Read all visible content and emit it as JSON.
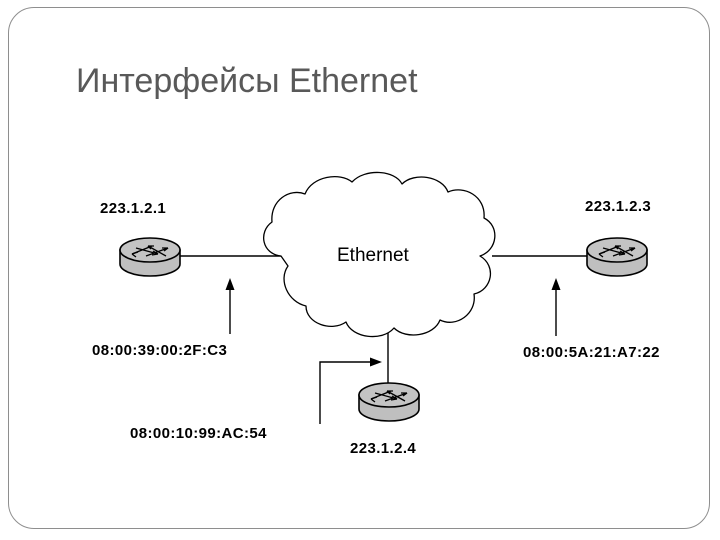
{
  "slide": {
    "title": "Интерфейсы Ethernet",
    "title_color": "#595959",
    "background": "#ffffff",
    "frame_color": "#8e8e8e"
  },
  "diagram": {
    "cloud": {
      "label": "Ethernet",
      "fill": "#ffffff",
      "stroke": "#000000"
    },
    "nodes": [
      {
        "id": "router-left",
        "icon": "router-icon",
        "ip_label": "223.1.2.1",
        "mac_label": "08:00:39:00:2F:C3",
        "fill": "#bfbfbf",
        "stroke": "#000000"
      },
      {
        "id": "router-right",
        "icon": "router-icon",
        "ip_label": "223.1.2.3",
        "mac_label": "08:00:5A:21:A7:22",
        "fill": "#bfbfbf",
        "stroke": "#000000"
      },
      {
        "id": "router-bottom",
        "icon": "router-icon",
        "ip_label": "223.1.2.4",
        "mac_label": "08:00:10:99:AC:54",
        "fill": "#bfbfbf",
        "stroke": "#000000"
      }
    ],
    "links": [
      {
        "from": "router-left",
        "to": "cloud"
      },
      {
        "from": "router-right",
        "to": "cloud"
      },
      {
        "from": "router-bottom",
        "to": "cloud"
      }
    ],
    "pointers": [
      {
        "id": "pointer-mac-left",
        "shape": "arrow-up",
        "target": "link-left"
      },
      {
        "id": "pointer-mac-right",
        "shape": "arrow-up",
        "target": "link-right"
      },
      {
        "id": "pointer-mac-bottom",
        "shape": "elbow-arrow-right",
        "target": "link-bottom"
      }
    ]
  }
}
